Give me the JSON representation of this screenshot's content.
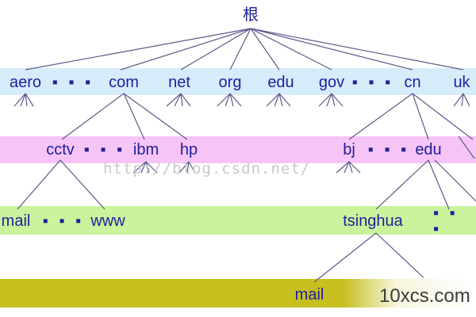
{
  "colors": {
    "band1": "#d6ecfb",
    "band2": "#f6c4f6",
    "band3": "#c9f39c",
    "band4": "#c7bf1d",
    "line": "#5a5a8a",
    "text": "#1f1f9a"
  },
  "root": {
    "label": "根"
  },
  "level1": {
    "aero": "aero",
    "com": "com",
    "net": "net",
    "org": "org",
    "edu": "edu",
    "gov": "gov",
    "cn": "cn",
    "uk": "uk",
    "dots_a": "▪ ▪ ▪",
    "dots_b": "▪ ▪ ▪"
  },
  "level2": {
    "cctv": "cctv",
    "ibm": "ibm",
    "hp": "hp",
    "bj": "bj",
    "edu": "edu",
    "dots_a": "▪ ▪ ▪",
    "dots_b": "▪ ▪ ▪"
  },
  "level3": {
    "mail": "mail",
    "www": "www",
    "tsinghua": "tsinghua",
    "dots_a": "▪ ▪ ▪",
    "dots_b": "▪ ▪ ▪"
  },
  "level4": {
    "mail": "mail"
  },
  "watermark": "http://blog.csdn.net/",
  "brand": "10xcs.com"
}
